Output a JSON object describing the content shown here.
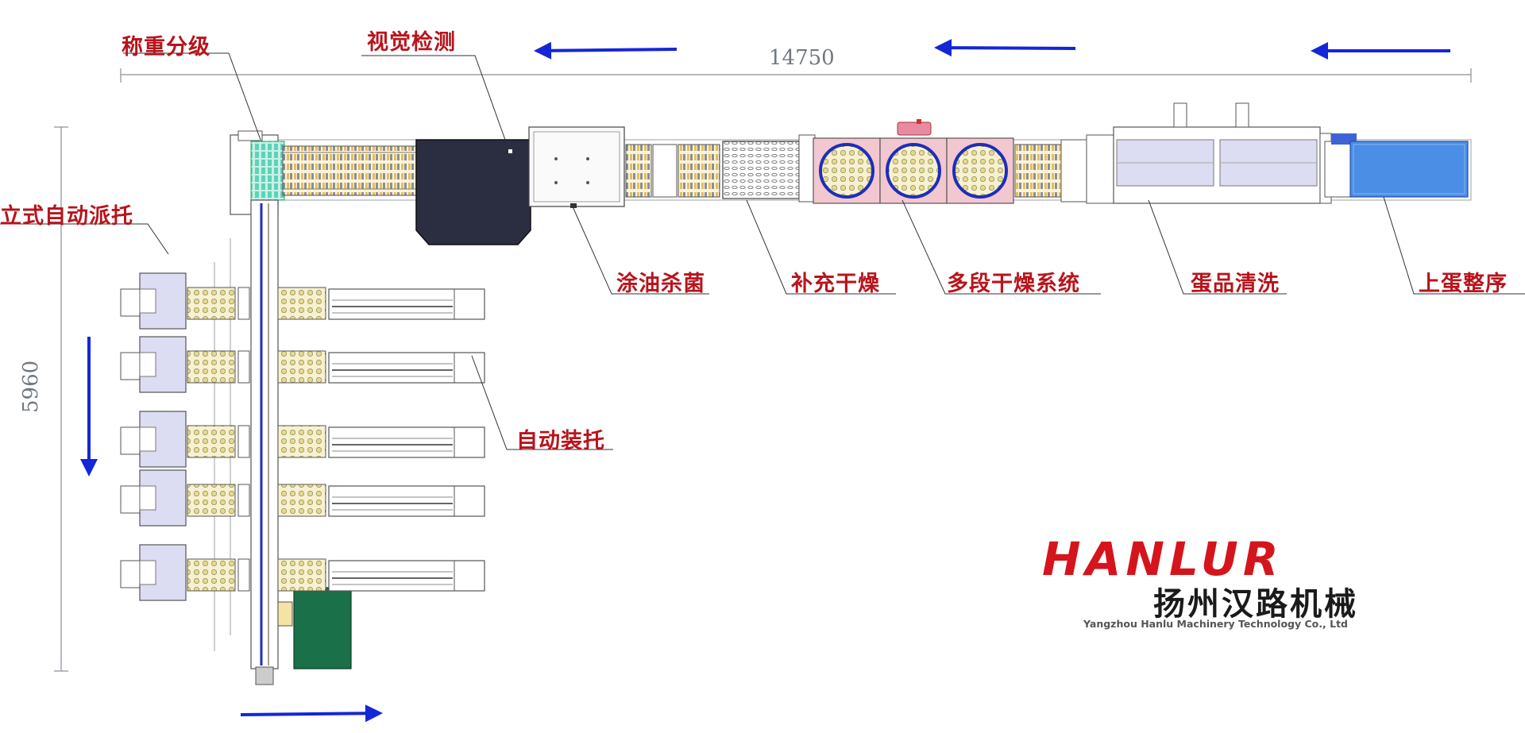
{
  "labels": {
    "weighing": "称重分级",
    "vision": "视觉检测",
    "pallet_dispatch": "立式自动派托",
    "oiling": "涂油杀菌",
    "supp_drying": "补充干燥",
    "multi_drying": "多段干燥系统",
    "washing": "蛋品清洗",
    "egg_loading": "上蛋整序",
    "auto_packing": "自动装托"
  },
  "dimensions": {
    "length": "14750",
    "width": "5960"
  },
  "logo": {
    "mark": "HANLUR",
    "company_cn": "扬州汉路机械",
    "company_en": "Yangzhou Hanlu Machinery Technology Co., Ltd"
  },
  "colors": {
    "label_red": "#b8141c",
    "arrow_blue": "#1426d8",
    "logo_red": "#d6141c",
    "vision_box": "#2b2d40",
    "green_cabinet": "#1a7048",
    "dryer_pink": "#f3c7cf",
    "loader_blue": "#4b8ee6",
    "panel_lavender": "#dcdcf2"
  }
}
